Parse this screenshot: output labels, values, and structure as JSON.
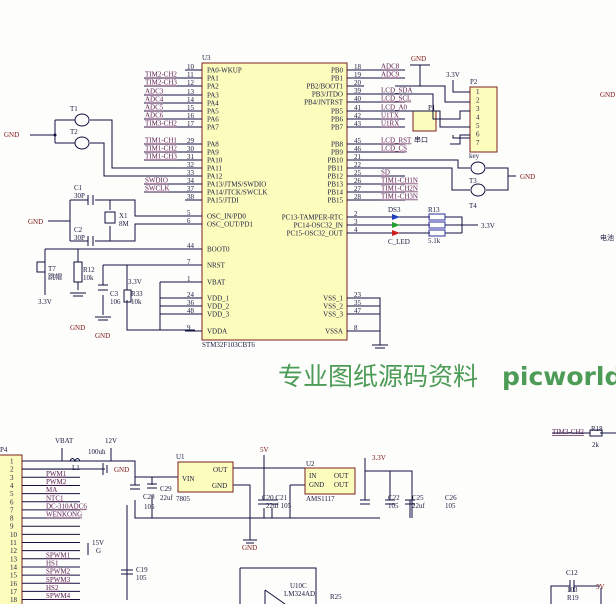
{
  "mcu": {
    "ref": "U3",
    "part": "STM32F103CBT6",
    "left_pins": [
      {
        "num": "10",
        "name": "PA0-WKUP"
      },
      {
        "num": "11",
        "name": "PA1"
      },
      {
        "num": "12",
        "name": "PA2"
      },
      {
        "num": "13",
        "name": "PA3"
      },
      {
        "num": "14",
        "name": "PA4"
      },
      {
        "num": "15",
        "name": "PA5"
      },
      {
        "num": "16",
        "name": "PA6"
      },
      {
        "num": "17",
        "name": "PA7"
      },
      {
        "num": "29",
        "name": "PA8"
      },
      {
        "num": "30",
        "name": "PA9"
      },
      {
        "num": "31",
        "name": "PA10"
      },
      {
        "num": "32",
        "name": "PA11"
      },
      {
        "num": "33",
        "name": "PA12"
      },
      {
        "num": "34",
        "name": "PA13/JTMS/SWDIO"
      },
      {
        "num": "37",
        "name": "PA14/JTCK/SWCLK"
      },
      {
        "num": "38",
        "name": "PA15/JTDI"
      },
      {
        "num": "5",
        "name": "OSC_IN/PD0"
      },
      {
        "num": "6",
        "name": "OSC_OUT/PD1"
      },
      {
        "num": "44",
        "name": "BOOT0"
      },
      {
        "num": "7",
        "name": "NRST"
      },
      {
        "num": "1",
        "name": "VBAT"
      },
      {
        "num": "24",
        "name": "VDD_1"
      },
      {
        "num": "36",
        "name": "VDD_2"
      },
      {
        "num": "48",
        "name": "VDD_3"
      },
      {
        "num": "9",
        "name": "VDDA"
      }
    ],
    "right_pins": [
      {
        "num": "18",
        "name": "PB0"
      },
      {
        "num": "19",
        "name": "PB1"
      },
      {
        "num": "20",
        "name": "PB2/BOOT1"
      },
      {
        "num": "39",
        "name": "PB3/JTDO"
      },
      {
        "num": "40",
        "name": "PB4/JNTRST"
      },
      {
        "num": "41",
        "name": "PB5"
      },
      {
        "num": "42",
        "name": "PB6"
      },
      {
        "num": "43",
        "name": "PB7"
      },
      {
        "num": "45",
        "name": "PB8"
      },
      {
        "num": "46",
        "name": "PB9"
      },
      {
        "num": "21",
        "name": "PB10"
      },
      {
        "num": "22",
        "name": "PB11"
      },
      {
        "num": "25",
        "name": "PB12"
      },
      {
        "num": "26",
        "name": "PB13"
      },
      {
        "num": "27",
        "name": "PB14"
      },
      {
        "num": "28",
        "name": "PB15"
      },
      {
        "num": "2",
        "name": "PC13-TAMPER-RTC"
      },
      {
        "num": "3",
        "name": "PC14-OSC32_IN"
      },
      {
        "num": "4",
        "name": "PC15-OSC32_OUT"
      },
      {
        "num": "23",
        "name": "VSS_1"
      },
      {
        "num": "35",
        "name": "VSS_2"
      },
      {
        "num": "47",
        "name": "VSS_3"
      },
      {
        "num": "8",
        "name": "VSSA"
      }
    ]
  },
  "left_nets": [
    "TIM2-CH2",
    "TIM2-CH3",
    "ADC3",
    "ADC4",
    "ADC5",
    "ADC6",
    "TIM3-CH2",
    "TIM1-CH1",
    "TIM1-CH2",
    "TIM1-CH3",
    "SWDIO",
    "SWCLK"
  ],
  "right_nets": [
    "ADC8",
    "ADC9",
    "LCD_SDA",
    "LCD_SCL",
    "LCD_A0",
    "U1TX",
    "U1RX",
    "LCD_RST",
    "LCD_CS",
    "SD",
    "TIM1-CH1N",
    "TIM1-CH2N",
    "TIM1-CH3N"
  ],
  "components": {
    "t1": "T1",
    "t2": "T2",
    "t3": "T3",
    "t4": "T4",
    "key": "key",
    "c1": "C1",
    "c1v": "30P",
    "c2": "C2",
    "c2v": "30P",
    "x1": "X1",
    "x1v": "8M",
    "t7": "T7",
    "t7v": "跳帽",
    "r12": "R12",
    "r12v": "10k",
    "c3": "C3",
    "c3v": "106",
    "r33": "R33",
    "r33v": "10k",
    "p1": "P1",
    "p1label": "串口",
    "p2": "P2",
    "ds3": "DS3",
    "led": "C_LED",
    "r13": "R13",
    "r13v": "5.1k",
    "l1": "L1",
    "l1v": "100uh",
    "u1": "U1",
    "u1part": "7805",
    "u1in": "VIN",
    "u1out": "OUT",
    "u1gnd": "GND",
    "c28": "C28",
    "c28v": "105",
    "c29": "C29",
    "c29v": "22uf",
    "c2021": "C20 C21",
    "c2021v": "22uf 105",
    "u2": "U2",
    "u2part": "AMS1117",
    "u2in": "IN",
    "u2gnd": "GND",
    "u2out": "OUT",
    "c22": "C22",
    "c22v": "105",
    "c25": "C25",
    "c25v": "22uf",
    "c26": "C26",
    "c26v": "105",
    "c19": "C19",
    "c19v": "105",
    "u10": "U10C",
    "u10part": "LM324AD",
    "r25": "R25",
    "r18": "R18",
    "r18v": "2k",
    "r18net": "TIM3-CH2",
    "c12": "C12",
    "c12v": "103",
    "r19": "R19",
    "p4": "P4",
    "battery": "电池"
  },
  "power": {
    "gnd": "GND",
    "v33": "3.3V",
    "v5": "5V",
    "v12": "12V",
    "vbat": "VBAT",
    "v15": "15V",
    "g": "G"
  },
  "p4_pins": [
    "1",
    "2",
    "3",
    "4",
    "5",
    "6",
    "7",
    "8",
    "9",
    "10",
    "11",
    "12",
    "13",
    "14",
    "15",
    "16",
    "17",
    "18"
  ],
  "p4_nets": [
    "PWM1",
    "PWM2",
    "MA",
    "NTC1",
    "DC-310ADC6",
    "WENKONG",
    "SPWM1",
    "HS1",
    "SPWM2",
    "SPWM3",
    "HS2",
    "SPWM4"
  ],
  "p2_pins": [
    "1",
    "2",
    "3",
    "4",
    "5",
    "6",
    "7"
  ],
  "watermark": {
    "cn": "专业图纸源码资料",
    "en": "picworld"
  }
}
